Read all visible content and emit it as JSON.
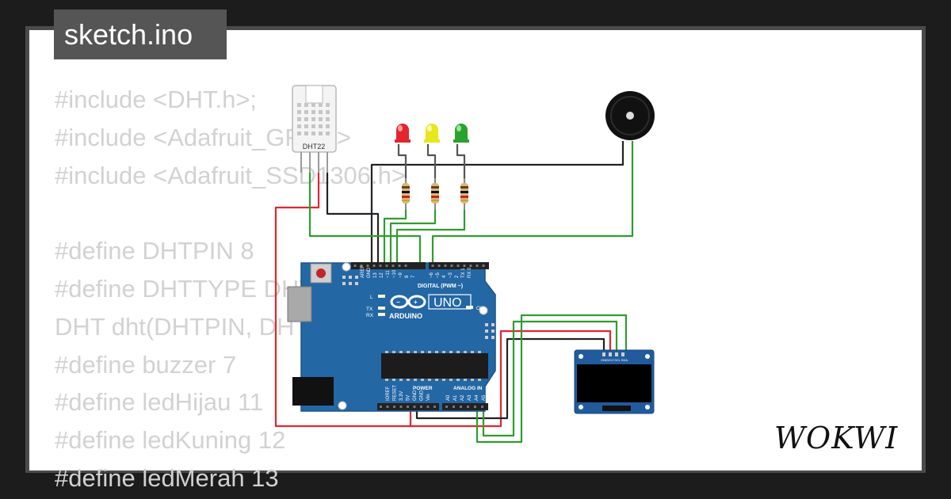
{
  "file_tab": {
    "label": "sketch.ino"
  },
  "code_lines": [
    "#include <DHT.h>;",
    "#include <Adafruit_GFX.h>",
    "#include <Adafruit_SSD1306.h>",
    "",
    "#define DHTPIN 8",
    "#define DHTTYPE DHT22",
    "DHT dht(DHTPIN, DHTTYPE);",
    "#define buzzer 7",
    "#define ledHijau 11",
    "#define ledKuning 12",
    "#define ledMerah 13"
  ],
  "sensor": {
    "label": "DHT22"
  },
  "leds": [
    {
      "color_name": "red",
      "color": "#e3262d"
    },
    {
      "color_name": "yellow",
      "color": "#e8e61c"
    },
    {
      "color_name": "green",
      "color": "#2aa32e"
    }
  ],
  "arduino": {
    "brand": "ARDUINO",
    "model": "UNO",
    "digital_header": "DIGITAL (PWM ~)",
    "power_header": "POWER",
    "analog_header": "ANALOG IN",
    "led_l": "L",
    "led_tx": "TX",
    "led_rx": "RX",
    "led_on": "ON",
    "top_pins": [
      "AREF",
      "GND",
      "13",
      "12",
      "~11",
      "~10",
      "~9",
      "8",
      "7",
      "~6",
      "~5",
      "4",
      "~3",
      "2",
      "TX 1",
      "RX 0"
    ],
    "power_pins": [
      "IOREF",
      "RESET",
      "3.3V",
      "5V",
      "GND",
      "GND",
      "Vin"
    ],
    "analog_pins": [
      "A0",
      "A1",
      "A2",
      "A3",
      "A4",
      "A5"
    ],
    "board_color": "#2367a5"
  },
  "oled": {
    "pins": [
      "GND",
      "VCC",
      "SCL",
      "SDA"
    ]
  },
  "wire_colors": {
    "red": "#e3262d",
    "black": "#222222",
    "green": "#2e9d2e"
  },
  "brand_logo": "WOKWI"
}
